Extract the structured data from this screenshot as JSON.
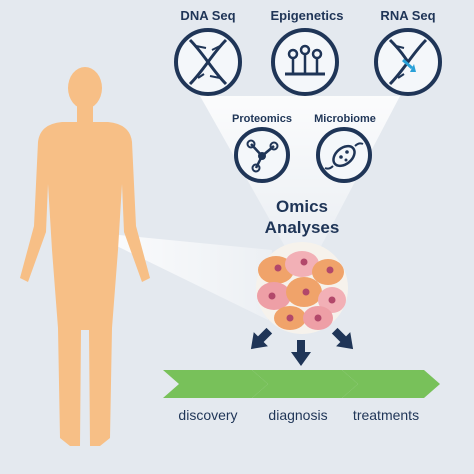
{
  "omics_icons": {
    "dna_seq": "DNA Seq",
    "epigenetics": "Epigenetics",
    "rna_seq": "RNA Seq",
    "proteomics": "Proteomics",
    "microbiome": "Microbiome"
  },
  "center_title": {
    "line1": "Omics",
    "line2": "Analyses"
  },
  "outcomes": {
    "discovery": "discovery",
    "diagnosis": "diagnosis",
    "treatments": "treatments"
  },
  "colors": {
    "background": "#e4e9ef",
    "navy": "#1f3557",
    "body": "#f7bf86",
    "arrow_green": "#78c15a",
    "icon_fill": "#f4f7fa"
  }
}
